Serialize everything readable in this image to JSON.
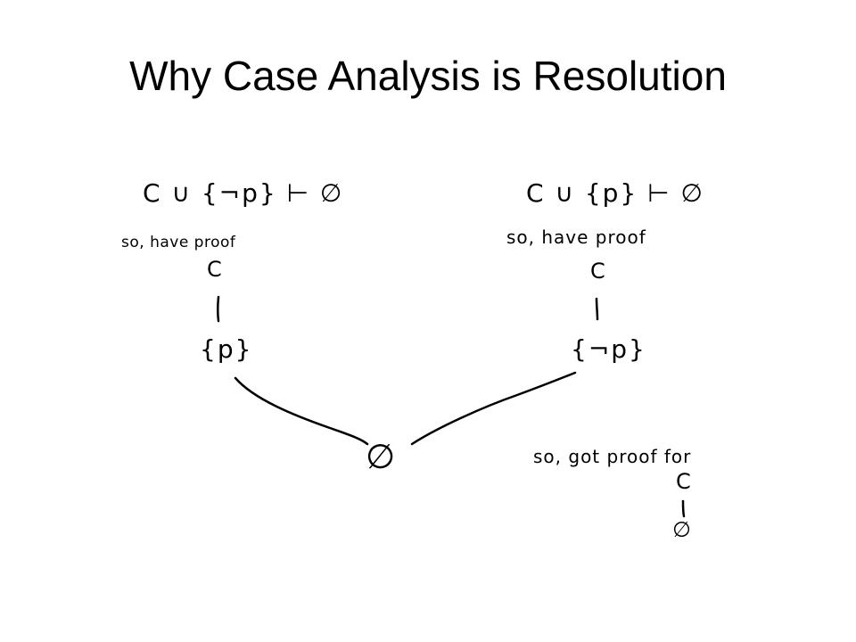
{
  "slide": {
    "title": "Why Case Analysis is Resolution"
  },
  "left_branch": {
    "premise": "C ∪ {¬p} ⊢ ∅",
    "note": "so, have proof",
    "clause_top": "C",
    "clause_bottom": "{p}"
  },
  "right_branch": {
    "premise": "C ∪ {p} ⊢ ∅",
    "note": "so, have proof",
    "clause_top": "C",
    "clause_bottom": "{¬p}"
  },
  "resolvent": {
    "symbol": "∅"
  },
  "conclusion": {
    "note": "so, got proof for",
    "clause_top": "C",
    "clause_bottom": "∅"
  }
}
